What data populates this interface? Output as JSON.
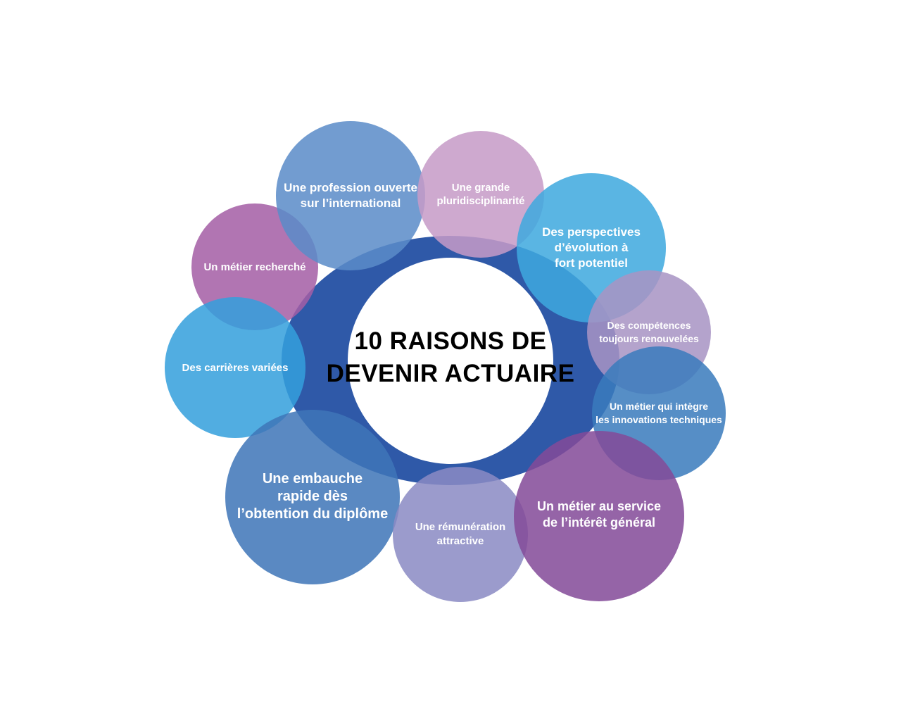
{
  "title": {
    "line1": "10 RAISONS DE",
    "line2": "DEVENIR ACTUAIRE"
  },
  "reasons": [
    {
      "text": "Une profession ouverte\nsur l’international",
      "color": "#5b8cc8"
    },
    {
      "text": "Une grande\npluridisciplinarité",
      "color": "#c69bc7"
    },
    {
      "text": "Des perspectives\nd’évolution à\nfort potentiel",
      "color": "#3fa9de"
    },
    {
      "text": "Des compétences\ntoujours renouvelées",
      "color": "#a894c4"
    },
    {
      "text": "Un métier qui intègre\nles innovations techniques",
      "color": "#3a7bbd"
    },
    {
      "text": "Un métier au service\nde l’intérêt général",
      "color": "#834b99"
    },
    {
      "text": "Une rémunération\nattractive",
      "color": "#8a8ac4"
    },
    {
      "text": "Une embauche\nrapide dès\nl’obtention du diplôme",
      "color": "#3f76b8"
    },
    {
      "text": "Des carrières variées",
      "color": "#34a0dc"
    },
    {
      "text": "Un métier recherché",
      "color": "#a45ea5"
    }
  ]
}
